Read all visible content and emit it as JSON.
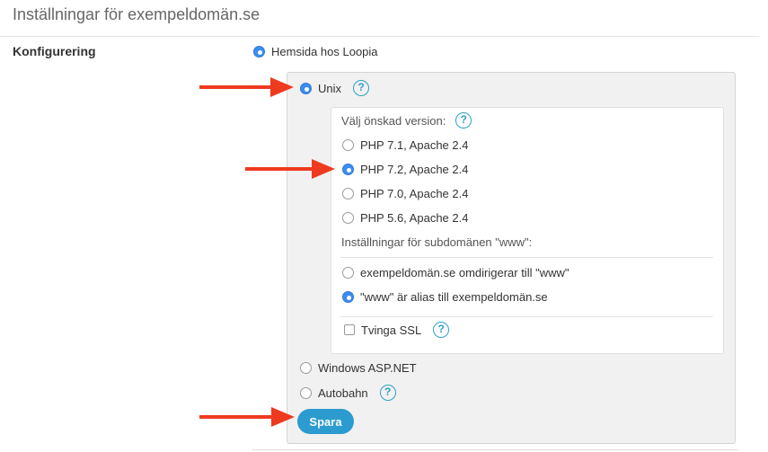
{
  "page": {
    "title": "Inställningar för exempeldomän.se"
  },
  "section": {
    "label": "Konfigurering"
  },
  "hosting": {
    "option_label": "Hemsida hos Loopia"
  },
  "platform": {
    "unix_label": "Unix",
    "windows_label": "Windows ASP.NET",
    "autobahn_label": "Autobahn"
  },
  "php": {
    "heading": "Välj önskad version:",
    "options": [
      "PHP 7.1, Apache 2.4",
      "PHP 7.2, Apache 2.4",
      "PHP 7.0, Apache 2.4",
      "PHP 5.6, Apache 2.4"
    ],
    "selected": "PHP 7.2, Apache 2.4"
  },
  "www": {
    "heading": "Inställningar för subdomänen \"www\":",
    "options": [
      "exempeldomän.se omdirigerar till \"www\"",
      "\"www\" är alias till exempeldomän.se"
    ],
    "selected": "\"www\" är alias till exempeldomän.se"
  },
  "ssl": {
    "label": "Tvinga SSL",
    "checked": false
  },
  "help_glyph": "?",
  "actions": {
    "save_label": "Spara"
  },
  "colors": {
    "accent": "#2b9bd0",
    "radio_selected": "#3b8cef",
    "annotation_arrow": "#ee3a1f",
    "panel_bg": "#f1f1f1"
  },
  "icons": {
    "help": "question-circle-icon",
    "arrow": "arrow-right-icon"
  }
}
